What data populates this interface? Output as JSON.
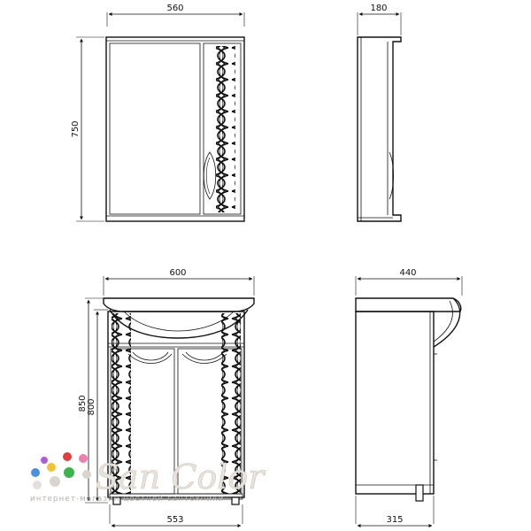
{
  "dimensions": {
    "mirror_width": "560",
    "mirror_height": "750",
    "mirror_depth": "180",
    "cabinet_top_width": "600",
    "cabinet_depth": "440",
    "cabinet_height_total": "850",
    "cabinet_height_body": "800",
    "cabinet_bottom_width": "553",
    "cabinet_bottom_depth": "315"
  },
  "logo": {
    "name": "San Color",
    "tagline": "интернет-магазин цветной сантехники",
    "dot_colors": [
      "#e63c3c",
      "#f2c230",
      "#3cb44b",
      "#4a90e2",
      "#b05ad8",
      "#f07fb0"
    ]
  }
}
